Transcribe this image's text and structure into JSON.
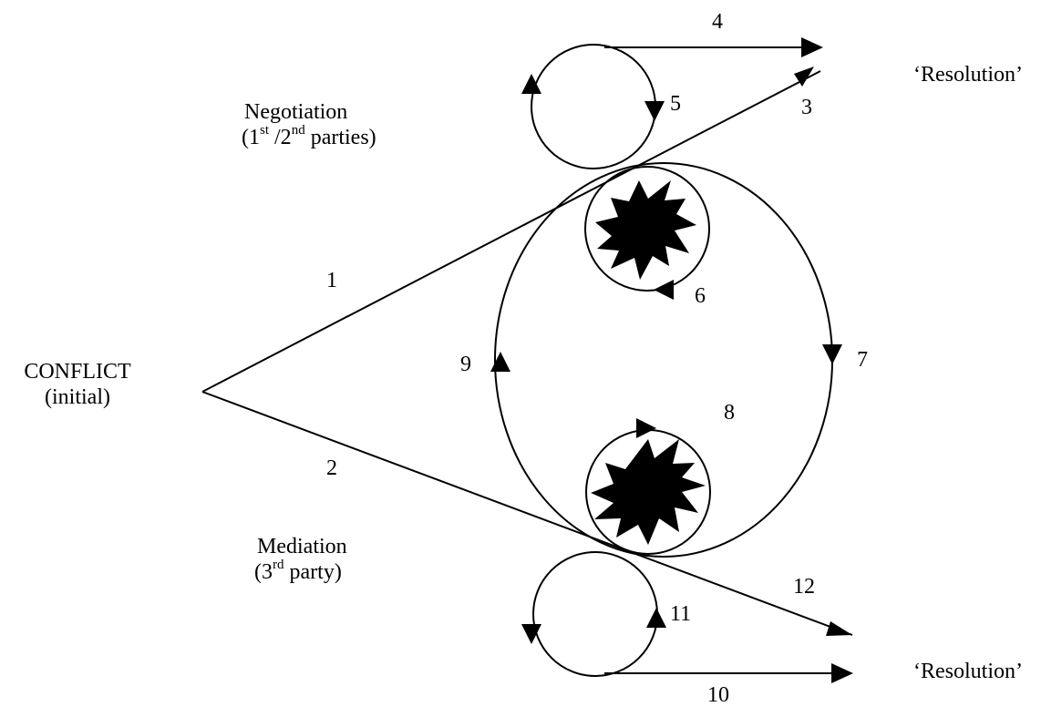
{
  "labels": {
    "conflict_title": "CONFLICT",
    "conflict_sub": "(initial)",
    "negotiation_title": "Negotiation",
    "negotiation_sub_open": "(1",
    "negotiation_sup1": "st",
    "negotiation_sub_mid": " /2",
    "negotiation_sup2": "nd",
    "negotiation_sub_close": " parties)",
    "mediation_title": "Mediation",
    "mediation_sub_open": "(3",
    "mediation_sup": "rd",
    "mediation_sub_close": " party)",
    "resolution_top": "‘Resolution’",
    "resolution_bottom": "‘Resolution’"
  },
  "paths": {
    "n1": "1",
    "n2": "2",
    "n3": "3",
    "n4": "4",
    "n5": "5",
    "n6": "6",
    "n7": "7",
    "n8": "8",
    "n9": "9",
    "n10": "10",
    "n11": "11",
    "n12": "12"
  },
  "colors": {
    "stroke": "#000000",
    "fill": "#000000",
    "background": "#ffffff"
  }
}
